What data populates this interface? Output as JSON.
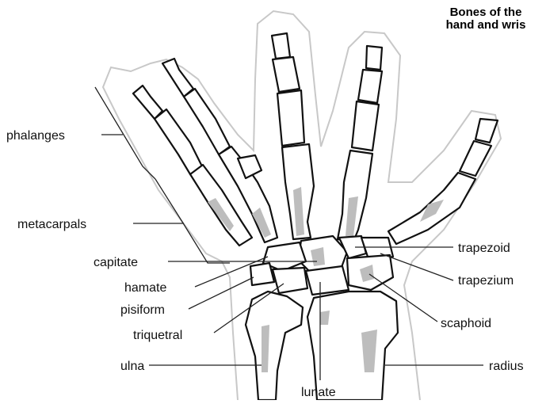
{
  "title": {
    "line1": "Bones of the",
    "line2": "hand and wris"
  },
  "labels": {
    "phalanges": "phalanges",
    "metacarpals": "metacarpals",
    "capitate": "capitate",
    "hamate": "hamate",
    "pisiform": "pisiform",
    "triquetral": "triquetral",
    "ulna": "ulna",
    "lunate": "lunate",
    "trapezoid": "trapezoid",
    "trapezium": "trapezium",
    "scaphoid": "scaphoid",
    "radius": "radius"
  }
}
